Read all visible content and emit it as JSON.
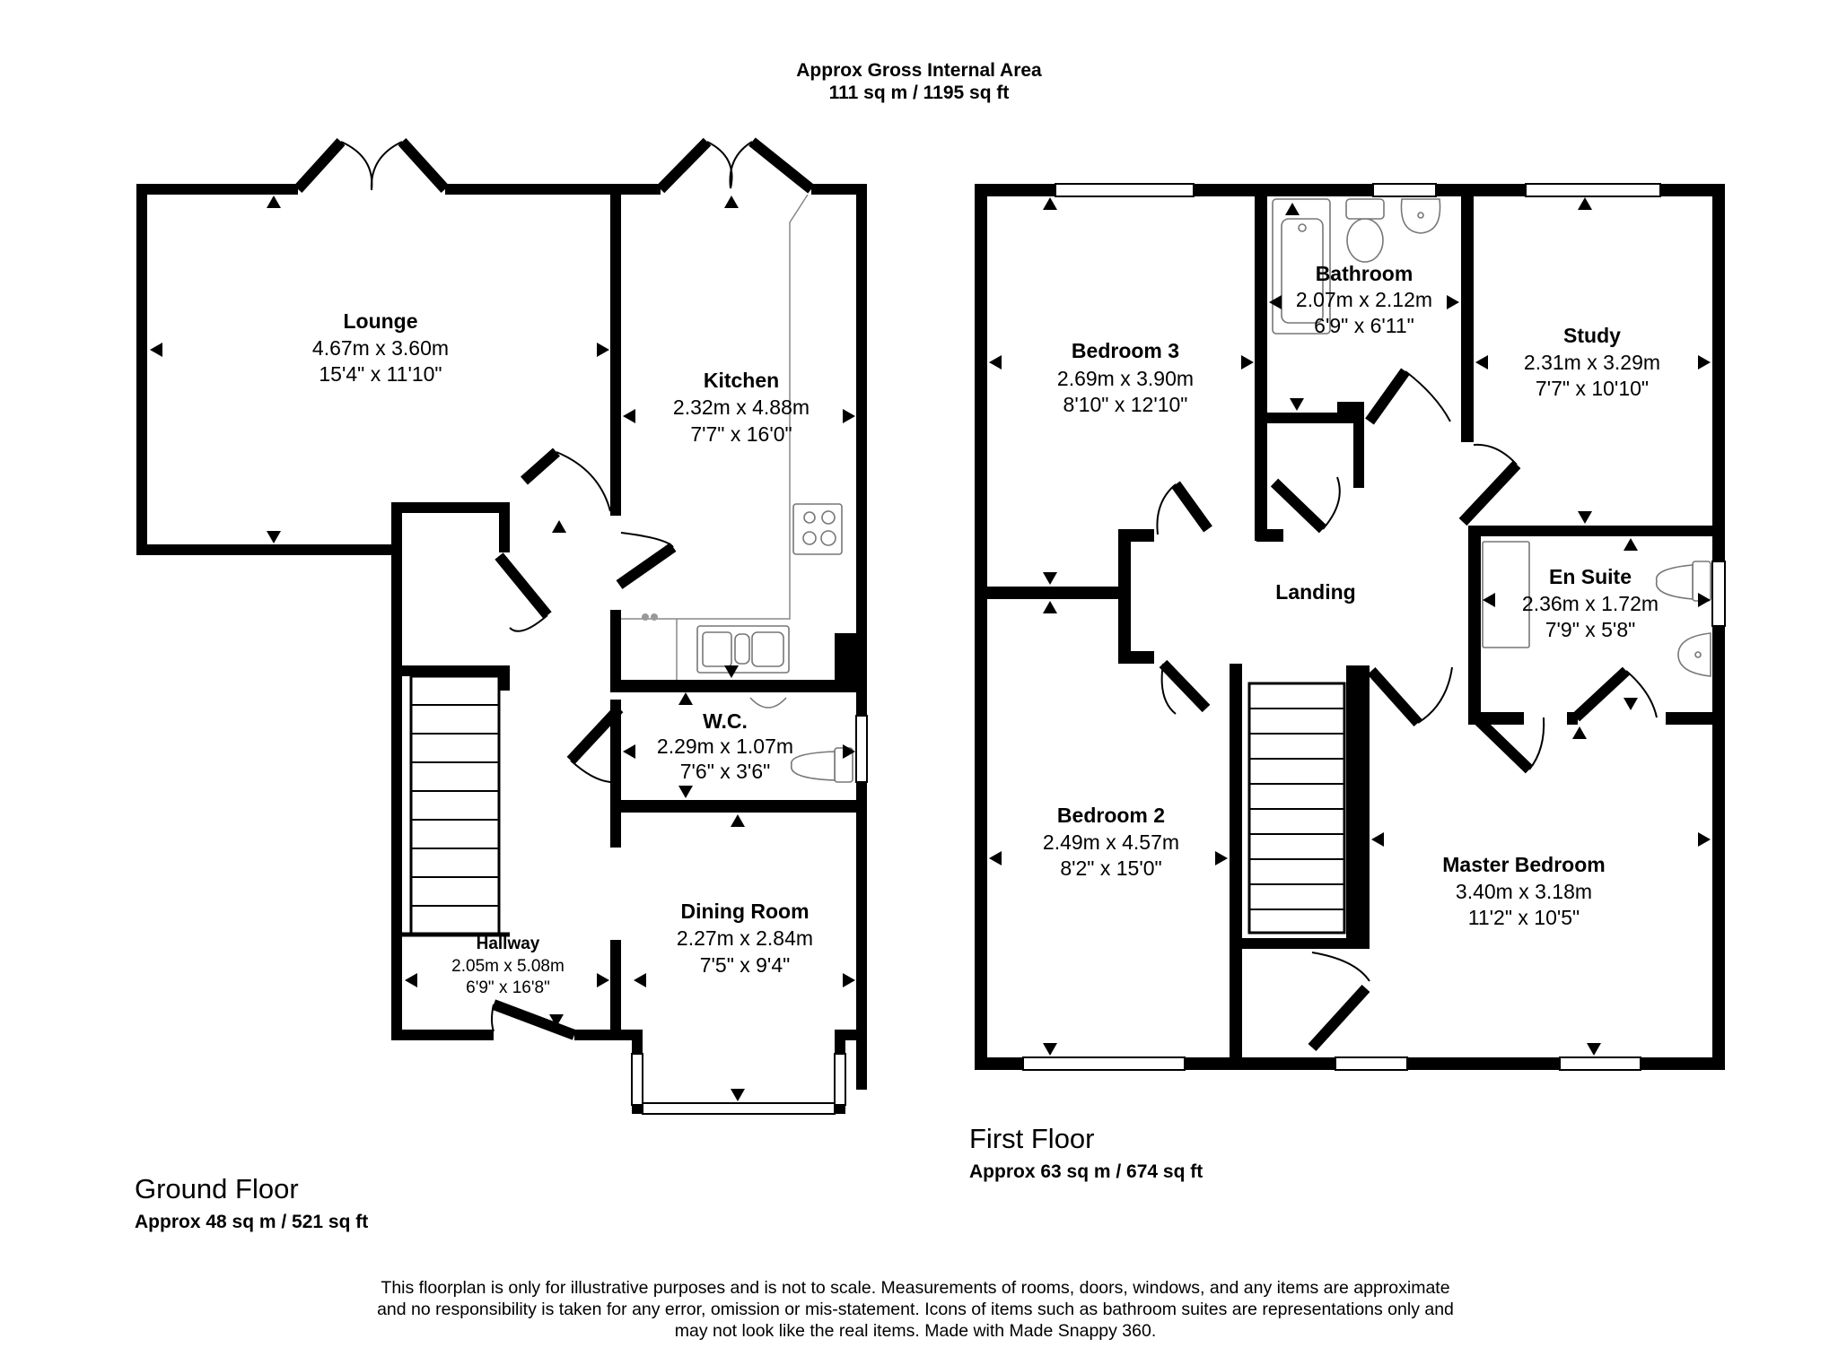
{
  "header": {
    "title": "Approx Gross Internal Area",
    "area": "111 sq m / 1195 sq ft"
  },
  "ground_floor": {
    "title": "Ground Floor",
    "area": "Approx 48 sq m / 521 sq ft",
    "rooms": {
      "lounge": {
        "name": "Lounge",
        "metric": "4.67m x 3.60m",
        "imperial": "15'4\" x 11'10\""
      },
      "kitchen": {
        "name": "Kitchen",
        "metric": "2.32m x 4.88m",
        "imperial": "7'7\" x 16'0\""
      },
      "wc": {
        "name": "W.C.",
        "metric": "2.29m x 1.07m",
        "imperial": "7'6\" x 3'6\""
      },
      "dining_room": {
        "name": "Dining Room",
        "metric": "2.27m x 2.84m",
        "imperial": "7'5\" x 9'4\""
      },
      "hallway": {
        "name": "Hallway",
        "metric": "2.05m x 5.08m",
        "imperial": "6'9\" x 16'8\""
      }
    }
  },
  "first_floor": {
    "title": "First Floor",
    "area": "Approx 63 sq m / 674 sq ft",
    "rooms": {
      "bedroom3": {
        "name": "Bedroom 3",
        "metric": "2.69m x 3.90m",
        "imperial": "8'10\" x 12'10\""
      },
      "bathroom": {
        "name": "Bathroom",
        "metric": "2.07m x 2.12m",
        "imperial": "6'9\" x 6'11\""
      },
      "study": {
        "name": "Study",
        "metric": "2.31m x 3.29m",
        "imperial": "7'7\" x 10'10\""
      },
      "landing": {
        "name": "Landing"
      },
      "en_suite": {
        "name": "En Suite",
        "metric": "2.36m x 1.72m",
        "imperial": "7'9\" x 5'8\""
      },
      "bedroom2": {
        "name": "Bedroom 2",
        "metric": "2.49m x 4.57m",
        "imperial": "8'2\" x 15'0\""
      },
      "master_bedroom": {
        "name": "Master Bedroom",
        "metric": "3.40m x 3.18m",
        "imperial": "11'2\" x 10'5\""
      }
    }
  },
  "disclaimer": {
    "line1": "This floorplan is only for illustrative purposes and is not to scale. Measurements of rooms, doors, windows, and any items are approximate",
    "line2": "and no responsibility is taken for any error, omission or mis-statement. Icons of items such as bathroom suites are representations only and",
    "line3": "may not look like the real items. Made with Made Snappy 360."
  },
  "colors": {
    "wall": "#000000",
    "background": "#ffffff",
    "fixture_line": "#777777"
  }
}
